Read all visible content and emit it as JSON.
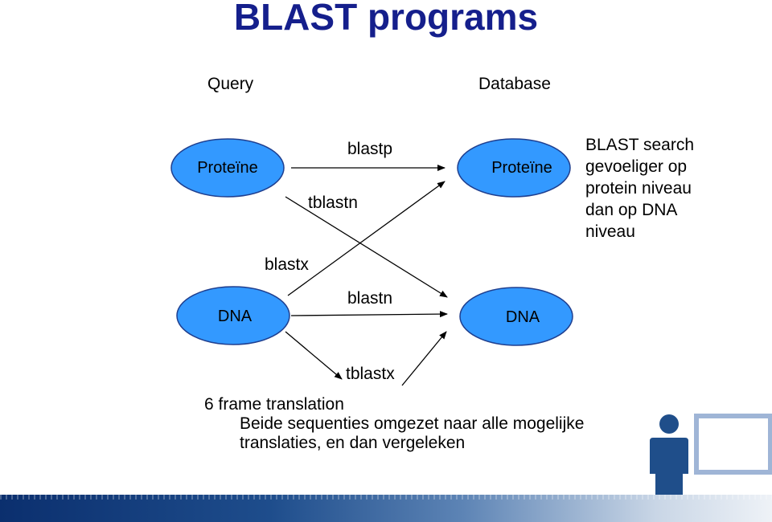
{
  "title": "BLAST programs",
  "headers": {
    "query": "Query",
    "database": "Database"
  },
  "nodes": {
    "query_protein": "Proteïne",
    "db_protein": "Proteïne",
    "query_dna": "DNA",
    "db_dna": "DNA"
  },
  "edges": {
    "blastp": "blastp",
    "tblastn": "tblastn",
    "blastx": "blastx",
    "blastn": "blastn",
    "tblastx": "tblastx"
  },
  "side_note": [
    "BLAST search",
    "gevoeliger op",
    "protein niveau",
    "dan op DNA",
    "niveau"
  ],
  "notes": {
    "frame": "6 frame translation",
    "line1": "Beide sequenties omgezet naar alle mogelijke",
    "line2": "translaties, en dan vergeleken"
  },
  "colors": {
    "title": "#151f8c",
    "ellipse_fill": "#3399ff",
    "ellipse_stroke": "#1f3f8f",
    "person": "#1f4e8a",
    "frame": "#9fb5d6"
  },
  "icons": [
    "person-icon",
    "window-frame-icon"
  ]
}
